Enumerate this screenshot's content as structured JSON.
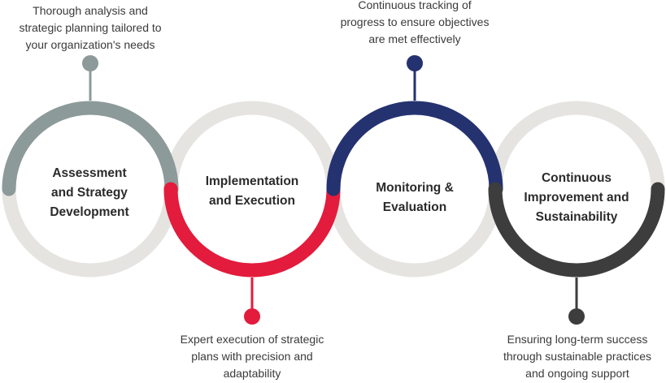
{
  "stages": [
    {
      "title": "Assessment\nand Strategy\nDevelopment",
      "note": "Thorough analysis and\nstrategic planning tailored to\nyour organization's needs",
      "color": "#8c9a99"
    },
    {
      "title": "Implementation\nand Execution",
      "note": "Expert execution of strategic\nplans with precision and\nadaptability",
      "color": "#e31b3c"
    },
    {
      "title": "Monitoring &\nEvaluation",
      "note": "Continuous tracking of\nprogress to ensure objectives\nare met effectively",
      "color": "#243270"
    },
    {
      "title": "Continuous\nImprovement and\nSustainability",
      "note": "Ensuring long-term success\nthrough sustainable practices\nand ongoing support",
      "color": "#3d3d3d"
    }
  ],
  "colors": {
    "track": "#e6e4e1"
  }
}
